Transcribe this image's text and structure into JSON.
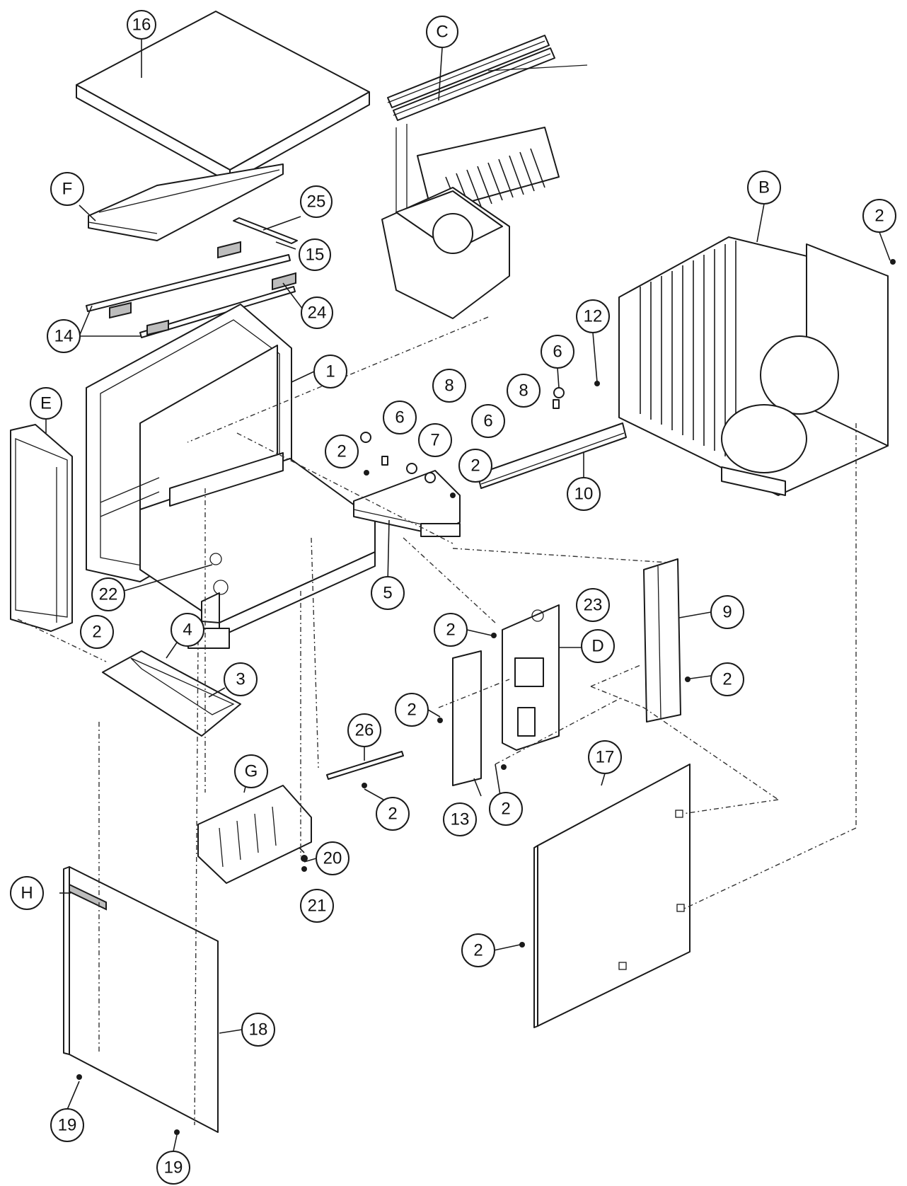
{
  "callouts": [
    {
      "id": "c16",
      "label": "16"
    },
    {
      "id": "cC",
      "label": "C"
    },
    {
      "id": "cF",
      "label": "F"
    },
    {
      "id": "c25",
      "label": "25"
    },
    {
      "id": "c15",
      "label": "15"
    },
    {
      "id": "c24",
      "label": "24"
    },
    {
      "id": "c14",
      "label": "14"
    },
    {
      "id": "cB",
      "label": "B"
    },
    {
      "id": "c2a",
      "label": "2"
    },
    {
      "id": "c12",
      "label": "12"
    },
    {
      "id": "c1",
      "label": "1"
    },
    {
      "id": "cE",
      "label": "E"
    },
    {
      "id": "c6a",
      "label": "6"
    },
    {
      "id": "c8a",
      "label": "8"
    },
    {
      "id": "c8b",
      "label": "8"
    },
    {
      "id": "c6b",
      "label": "6"
    },
    {
      "id": "c2b",
      "label": "2"
    },
    {
      "id": "c7",
      "label": "7"
    },
    {
      "id": "c6c",
      "label": "6"
    },
    {
      "id": "c2c",
      "label": "2"
    },
    {
      "id": "c10",
      "label": "10"
    },
    {
      "id": "c22",
      "label": "22"
    },
    {
      "id": "c5",
      "label": "5"
    },
    {
      "id": "c23",
      "label": "23"
    },
    {
      "id": "c2d",
      "label": "2"
    },
    {
      "id": "c9",
      "label": "9"
    },
    {
      "id": "cD",
      "label": "D"
    },
    {
      "id": "c4",
      "label": "4"
    },
    {
      "id": "c2e",
      "label": "2"
    },
    {
      "id": "c3",
      "label": "3"
    },
    {
      "id": "c2f",
      "label": "2"
    },
    {
      "id": "c2g",
      "label": "2"
    },
    {
      "id": "c26",
      "label": "26"
    },
    {
      "id": "cG",
      "label": "G"
    },
    {
      "id": "c17",
      "label": "17"
    },
    {
      "id": "c2h",
      "label": "2"
    },
    {
      "id": "c13",
      "label": "13"
    },
    {
      "id": "c2i",
      "label": "2"
    },
    {
      "id": "c20",
      "label": "20"
    },
    {
      "id": "cH",
      "label": "H"
    },
    {
      "id": "c21",
      "label": "21"
    },
    {
      "id": "c2j",
      "label": "2"
    },
    {
      "id": "c18",
      "label": "18"
    },
    {
      "id": "c19a",
      "label": "19"
    },
    {
      "id": "c19b",
      "label": "19"
    }
  ]
}
